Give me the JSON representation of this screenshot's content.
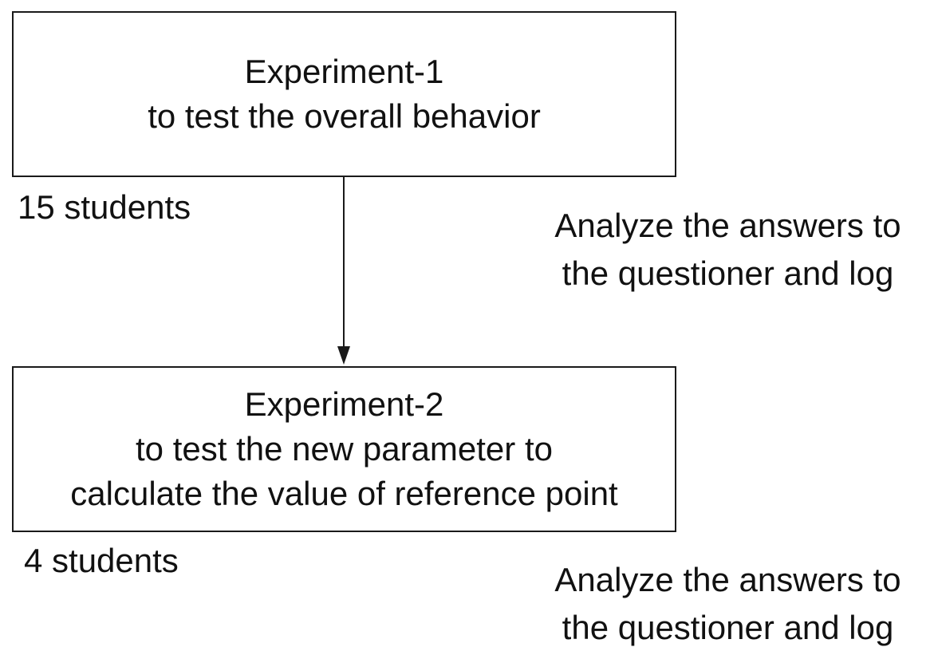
{
  "experiment1": {
    "title": "Experiment-1",
    "lines": [
      "to test the overall behavior"
    ],
    "participants": "15 students",
    "analysis": [
      "Analyze the answers to",
      "the questioner and log"
    ]
  },
  "experiment2": {
    "title": "Experiment-2",
    "lines": [
      "to test the new parameter to",
      "calculate the value of reference point"
    ],
    "participants": "4 students",
    "analysis": [
      "Analyze the answers to",
      "the questioner and log"
    ]
  },
  "colors": {
    "stroke": "#1a1a1a",
    "text": "#111111",
    "background": "#ffffff"
  }
}
